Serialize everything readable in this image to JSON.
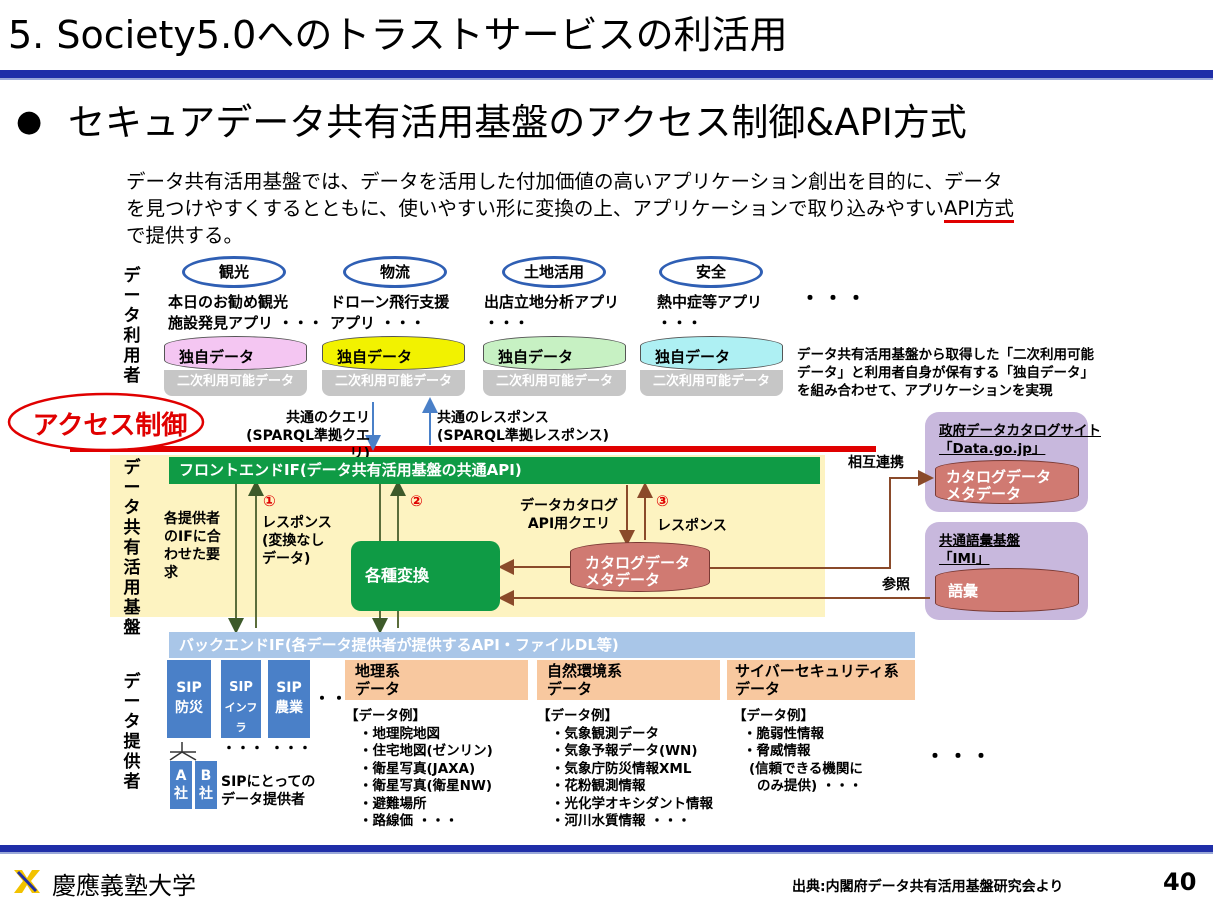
{
  "header": {
    "title": "5. Society5.0へのトラストサービスの利活用",
    "subtitle_bullet": "●",
    "subtitle": "セキュアデータ共有活用基盤のアクセス制御&API方式"
  },
  "intro": {
    "line1": "データ共有活用基盤では、データを活用した付加価値の高いアプリケーション創出を目的に、データ",
    "line2": "を見つけやすくするとともに、使いやすい形に変換の上、アプリケーションで取り込みやすい",
    "highlight": "API方式",
    "line3": "で提供する。"
  },
  "layers": {
    "users": "データ利用者",
    "platform": "データ共有活用基盤",
    "providers": "データ提供者"
  },
  "domains": [
    {
      "name": "観光",
      "app": "本日のお勧め観光\n施設発見アプリ ・・・",
      "db": "独自データ",
      "color": "#f4c6f2"
    },
    {
      "name": "物流",
      "app": "ドローン飛行支援\nアプリ ・・・",
      "db": "独自データ",
      "color": "#f2f200"
    },
    {
      "name": "土地活用",
      "app": "出店立地分析アプリ\n・・・",
      "db": "独自データ",
      "color": "#c7f1c3"
    },
    {
      "name": "安全",
      "app": "熱中症等アプリ\n・・・",
      "db": "独自データ",
      "color": "#aef0f3"
    }
  ],
  "secondary_data": "二次利用可能データ",
  "ellipsis": "・・・",
  "user_note": "データ共有活用基盤から取得した「二次利用可能データ」と利用者自身が保有する「独自データ」を組み合わせて、アプリケーションを実現",
  "access_control": "アクセス制御",
  "query": {
    "line1": "共通のクエリ",
    "line2": "(SPARQL準拠クエリ)"
  },
  "response": {
    "line1": "共通のレスポンス",
    "line2": "(SPARQL準拠レスポンス)"
  },
  "frontend": "フロントエンドIF(データ共有活用基盤の共通API)",
  "provider_request": "各提供者\nのIFに合\nわせた要\n求",
  "step1": "①",
  "step1_label": "レスポンス\n(変換なし\nデータ)",
  "step2": "②",
  "step3": "③",
  "catalog_query": "データカタログ\nAPI用クエリ",
  "step3_label": "レスポンス",
  "conversion": "各種変換",
  "catalog_db": "カタログデータ\nメタデータ",
  "mutual": "相互連携",
  "reference": "参照",
  "gov_site": {
    "title": "政府データカタログサイト",
    "sub": "「Data.go.jp」",
    "db": "カタログデータ\nメタデータ"
  },
  "imi": {
    "title": "共通語彙基盤",
    "sub": "「IMI」",
    "db": "語彙"
  },
  "backend": "バックエンドIF(各データ提供者が提供するAPI・ファイルDL等)",
  "sip": [
    {
      "top": "SIP",
      "bottom": "防災"
    },
    {
      "top": "SIP",
      "bottom": "インフラ"
    },
    {
      "top": "SIP",
      "bottom": "農業"
    }
  ],
  "companies": [
    {
      "top": "A",
      "bottom": "社"
    },
    {
      "top": "B",
      "bottom": "社"
    }
  ],
  "sip_provider_note": "SIPにとっての\nデータ提供者",
  "categories": [
    {
      "title": "地理系\nデータ",
      "example_head": "【データ例】",
      "items": [
        "・地理院地図",
        "・住宅地図(ゼンリン)",
        "・衛星写真(JAXA)",
        "・衛星写真(衛星NW)",
        "・避難場所",
        "・路線価 ・・・"
      ]
    },
    {
      "title": "自然環境系\nデータ",
      "example_head": "【データ例】",
      "items": [
        "・気象観測データ",
        "・気象予報データ(WN)",
        "・気象庁防災情報XML",
        "・花粉観測情報",
        "・光化学オキシダント情報",
        "・河川水質情報 ・・・"
      ]
    },
    {
      "title": "サイバーセキュリティ系\nデータ",
      "example_head": "【データ例】",
      "items": [
        "・脆弱性情報",
        "・脅威情報",
        "(信頼できる機関に",
        "のみ提供) ・・・"
      ]
    }
  ],
  "footer": {
    "university": "慶應義塾大学",
    "source": "出典:内閣府データ共有活用基盤研究会より",
    "page": "40"
  },
  "colors": {
    "accent_blue": "#1f2ea8",
    "platform_bg": "#fdf3c1",
    "frontend_green": "#0f9b45",
    "backend_blue": "#a9c6e8",
    "category_orange": "#f8c89f",
    "sip_blue": "#4a80c8",
    "catalog_red": "#d07a72",
    "purple_box": "#c8b8dd",
    "access_red": "#e00000"
  }
}
